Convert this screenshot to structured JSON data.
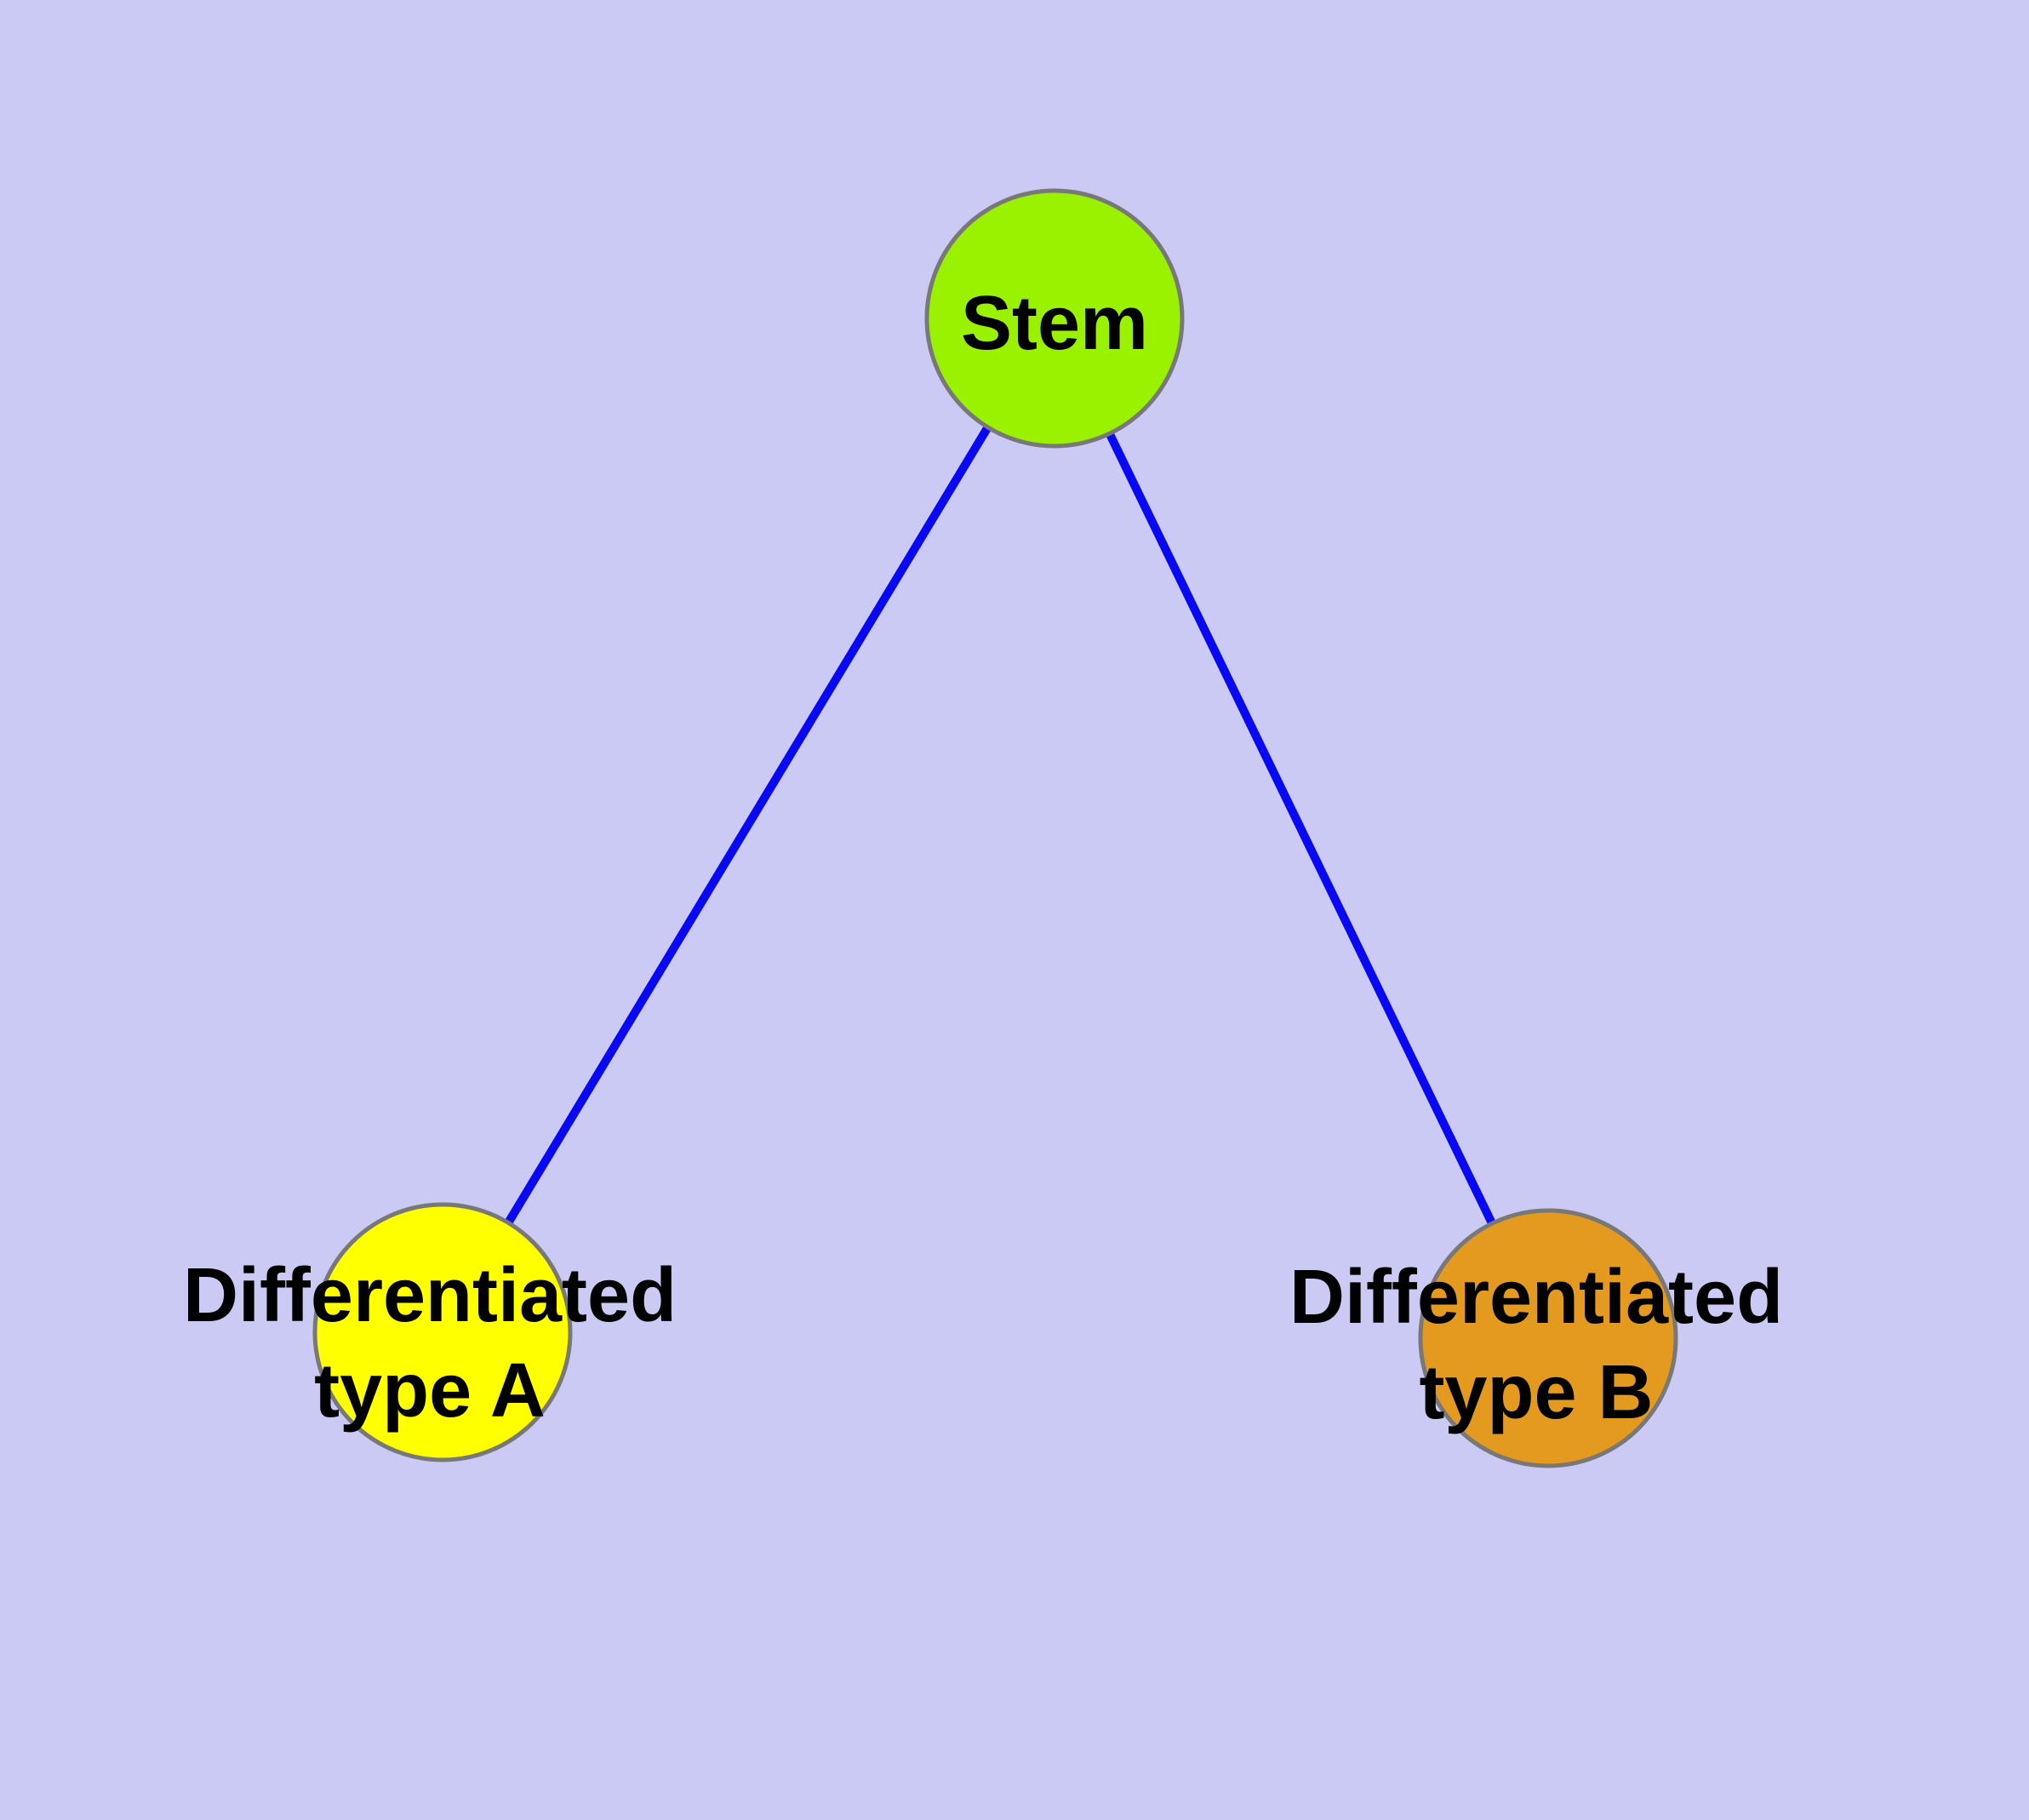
{
  "diagram": {
    "background_color": "#cacaf5",
    "edge_color": "#0808f5",
    "node_border_color": "#787878",
    "text_color": "#000000",
    "nodes": [
      {
        "id": "stem",
        "label": "Stem",
        "lines": [
          "Stem"
        ],
        "color": "#9bf200"
      },
      {
        "id": "differentiated-type-a",
        "label": "Differentiated type A",
        "lines": [
          "Differentiated",
          "type A"
        ],
        "color": "#ffff00"
      },
      {
        "id": "differentiated-type-b",
        "label": "Differentiated type B",
        "lines": [
          "Differentiated",
          "type B"
        ],
        "color": "#e39a1e"
      }
    ],
    "edges": [
      {
        "from": "stem",
        "to": "differentiated-type-a"
      },
      {
        "from": "stem",
        "to": "differentiated-type-b"
      }
    ]
  }
}
